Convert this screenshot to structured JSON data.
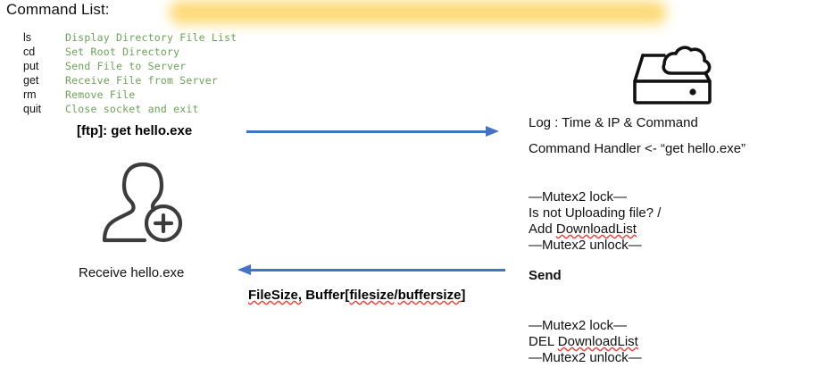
{
  "page": {
    "title": "Command List:"
  },
  "redaction": {
    "name": "redacted-highlight-bar",
    "color": "#FCD870"
  },
  "command_list": {
    "rows": [
      {
        "name": "ls",
        "desc": "Display Directory File List"
      },
      {
        "name": "cd",
        "desc": "Set Root Directory"
      },
      {
        "name": "put",
        "desc": "Send File to Server"
      },
      {
        "name": "get",
        "desc": "Receive File from Server"
      },
      {
        "name": "rm",
        "desc": "Remove File"
      },
      {
        "name": "quit",
        "desc": "Close socket and exit"
      }
    ],
    "name_color": "#111111",
    "desc_color": "#6FA05C"
  },
  "client": {
    "command_prompt": "[ftp]: get hello.exe",
    "receive_label": "Receive hello.exe",
    "icon": "add-user-icon"
  },
  "server": {
    "icon": "cloud-server-icon",
    "log_line": "Log : Time & IP & Command",
    "handler_line": "Command Handler <- “get hello.exe”",
    "mutex_lock_1": "—Mutex2 lock—",
    "check_line": "Is not Uploading file? /",
    "add_prefix": "Add ",
    "add_target": "DownloadList",
    "mutex_unlock_1": "—Mutex2 unlock—",
    "send_label": "Send",
    "mutex_lock_2": "—Mutex2 lock—",
    "del_prefix": "DEL ",
    "del_target": "DownloadList",
    "mutex_unlock_2": "—Mutex2 unlock—"
  },
  "arrows": {
    "request": {
      "name": "request-arrow-right",
      "direction": "right",
      "color": "#4472C4"
    },
    "response": {
      "name": "response-arrow-left",
      "direction": "left",
      "color": "#4472C4",
      "payload_part1": "FileSize,",
      "payload_part2": " Buffer[",
      "payload_part3": "filesize",
      "payload_part4": "/",
      "payload_part5": "buffersize",
      "payload_part6": "]"
    }
  }
}
